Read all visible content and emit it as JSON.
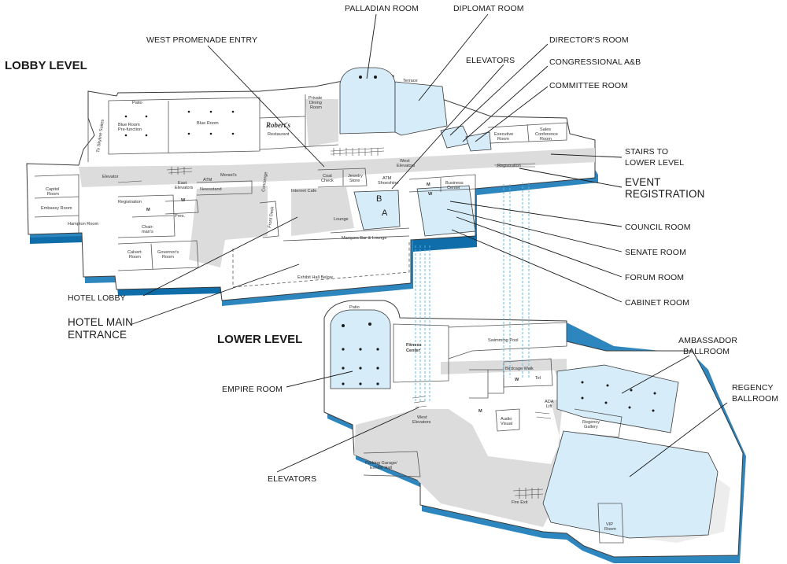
{
  "levels": {
    "lobby": "LOBBY LEVEL",
    "lower": "LOWER LEVEL"
  },
  "callouts": {
    "palladian_room": "PALLADIAN ROOM",
    "diplomat_room": "DIPLOMAT ROOM",
    "west_promenade_entry": "WEST PROMENADE ENTRY",
    "directors_room": "DIRECTOR'S ROOM",
    "elevators_top": "ELEVATORS",
    "congressional": "CONGRESSIONAL A&B",
    "committee_room": "COMMITTEE ROOM",
    "stairs_1": "STAIRS TO",
    "stairs_2": "LOWER LEVEL",
    "event_1": "EVENT",
    "event_2": "REGISTRATION",
    "council_room": "COUNCIL ROOM",
    "senate_room": "SENATE ROOM",
    "forum_room": "FORUM ROOM",
    "cabinet_room": "CABINET ROOM",
    "hotel_lobby": "HOTEL LOBBY",
    "main_entrance_1": "HOTEL MAIN",
    "main_entrance_2": "ENTRANCE",
    "ambassador_1": "AMBASSADOR",
    "ambassador_2": "BALLROOM",
    "regency_1": "REGENCY",
    "regency_2": "BALLROOM",
    "empire_room": "EMPIRE ROOM",
    "elevators_bottom": "ELEVATORS"
  },
  "room_labels": {
    "a": "A",
    "b": "B",
    "patio_top": "Patio",
    "terrace": "Terrace",
    "private_dining_1": "Private",
    "private_dining_2": "Dining",
    "private_dining_3": "Room",
    "blue_room_prefunction_1": "Blue Room",
    "blue_room_prefunction_2": "Pre-function",
    "blue_room": "Blue Room",
    "roberts": "Robert's",
    "restaurant": "Restaurant",
    "executive_1": "Executive",
    "executive_2": "Room",
    "sales_1": "Sales",
    "sales_2": "Conference",
    "sales_3": "Room",
    "west_elevators_1": "West",
    "west_elevators_2": "Elevators",
    "elevator": "Elevator",
    "east_elevators_1": "East",
    "east_elevators_2": "Elevators",
    "atm": "ATM",
    "morsels": "Morsel's",
    "coat_1": "Coat",
    "coat_2": "Check",
    "jewelry_1": "Jewelry",
    "jewelry_2": "Store",
    "atm_shoeshine_1": "ATM",
    "atm_shoeshine_2": "Shoeshine",
    "business_1": "Business",
    "business_2": "Center",
    "registration_right": "Registration",
    "capitol_1": "Capitol",
    "capitol_2": "Room",
    "newsstand": "Newsstand",
    "concierge": "Concierge",
    "internet_cafe": "Internet Cafe",
    "embassy": "Embassy Room",
    "registration_left": "Registration",
    "hampton": "Hampton Room",
    "chairmans_1": "Chair-",
    "chairmans_2": "man's",
    "pres": "Pres.",
    "front_desk": "Front Desk",
    "lounge": "Lounge",
    "marques": "Marques Bar & Lounge",
    "calvert_1": "Calvert",
    "calvert_2": "Room",
    "governors_1": "Governor's",
    "governors_2": "Room",
    "exhibit_below": "Exhibit Hall Below",
    "skyline_suites": "To Skyline Suites",
    "patio_bottom": "Patio",
    "fitness_1": "Fitness",
    "fitness_2": "Center",
    "swimming_pool": "Swimming Pool",
    "birdcage_walk": "Birdcage Walk",
    "tel": "Tel",
    "w1": "W",
    "w2": "W",
    "w3": "W",
    "m1": "M",
    "m2": "M",
    "m3": "M",
    "west_elev_lower_1": "West",
    "west_elev_lower_2": "Elevators",
    "audio_1": "Audio",
    "audio_2": "Visual",
    "ada_1": "ADA",
    "ada_2": "Lift",
    "regency_gallery_1": "Regency",
    "regency_gallery_2": "Gallery",
    "parking_1": "Parking Garage/",
    "parking_2": "Exhibit Hall",
    "fire_exit": "Fire Exit",
    "vip_1": "VIP",
    "vip_2": "Room"
  },
  "colors": {
    "room_highlight": "#d6ecf8",
    "edge_blue": "#2e86bf",
    "edge_dark": "#0f6ea9",
    "corridor": "#dcdcdc",
    "dashed_connector": "#55b7e8"
  }
}
